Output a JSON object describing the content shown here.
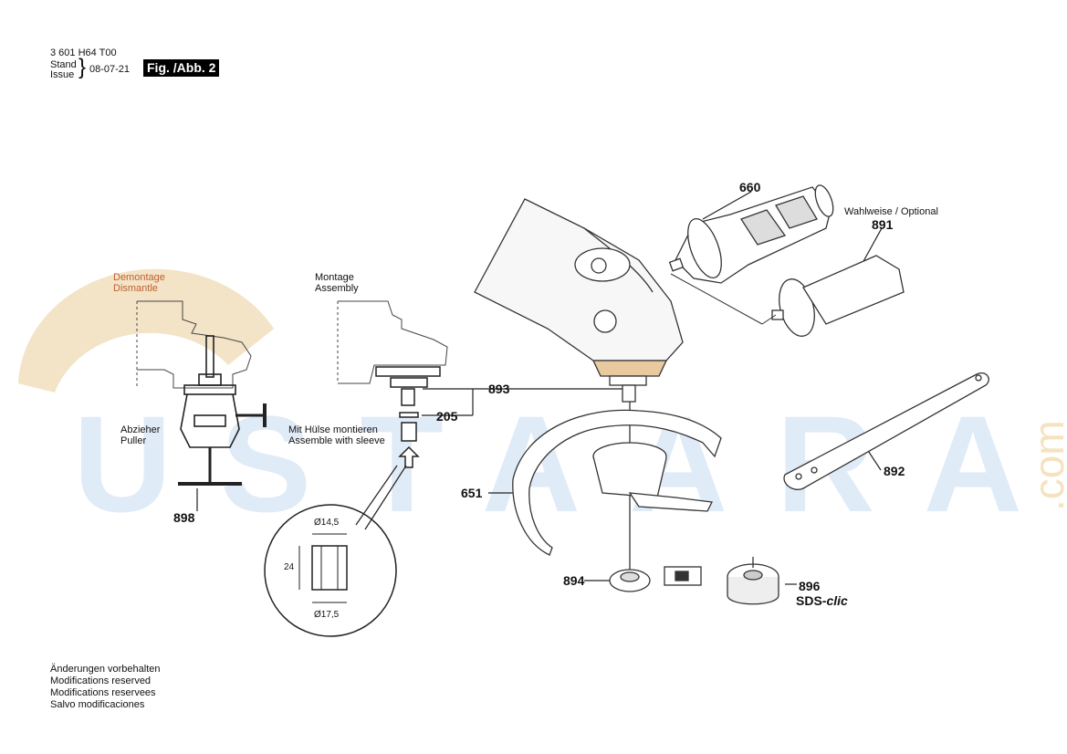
{
  "header": {
    "doc_number": "3 601 H64 T00",
    "stand_label": "Stand",
    "issue_label": "Issue",
    "date": "08-07-21",
    "figure": "Fig. /Abb. 2"
  },
  "watermark": {
    "brand": "USTAARA",
    "suffix": ".com",
    "color": "#3a7fd0",
    "accent": "#e8b860"
  },
  "labels": {
    "demontage": "Demontage",
    "dismantle": "Dismantle",
    "montage": "Montage",
    "assembly": "Assembly",
    "abzieher": "Abzieher",
    "puller": "Puller",
    "mit_huelse": "Mit Hülse montieren",
    "assemble_sleeve": "Assemble with sleeve",
    "wahlweise": "Wahlweise / Optional",
    "dim_top": "Ø14,5",
    "dim_side": "24",
    "dim_bottom": "Ø17,5",
    "sds": "SDS-",
    "clic": "clic"
  },
  "parts": {
    "p660": "660",
    "p891": "891",
    "p893": "893",
    "p205": "205",
    "p898": "898",
    "p651": "651",
    "p892": "892",
    "p894": "894",
    "p896": "896"
  },
  "footer": [
    "Änderungen vorbehalten",
    "Modifications reserved",
    "Modifications reservees",
    "Salvo modificaciones"
  ]
}
